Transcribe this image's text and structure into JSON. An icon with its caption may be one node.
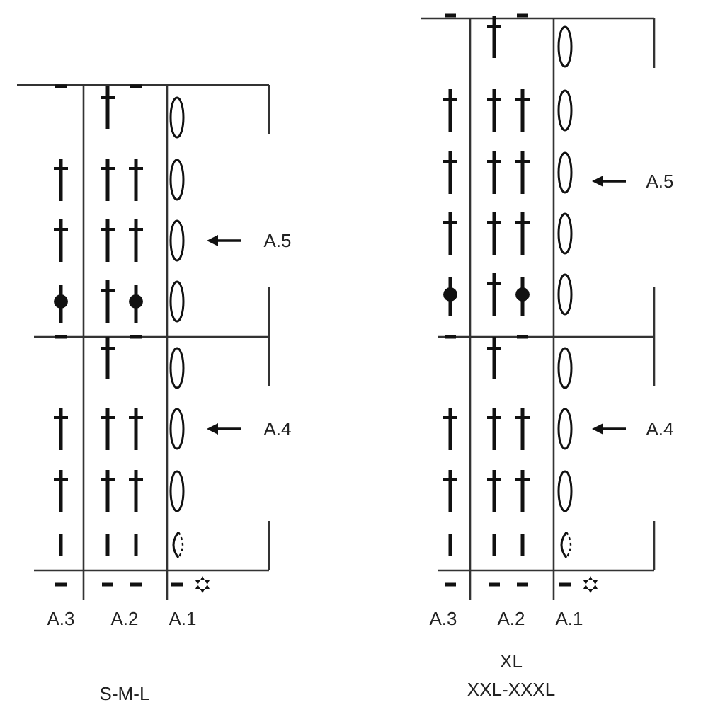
{
  "diagram": {
    "labels": [
      "A.5",
      "A.4",
      "A.3",
      "A.2",
      "A.1",
      "S-M-L",
      "A.5",
      "A.4",
      "A.3",
      "A.2",
      "A.1",
      "XL",
      "XXL-XXXL"
    ]
  }
}
